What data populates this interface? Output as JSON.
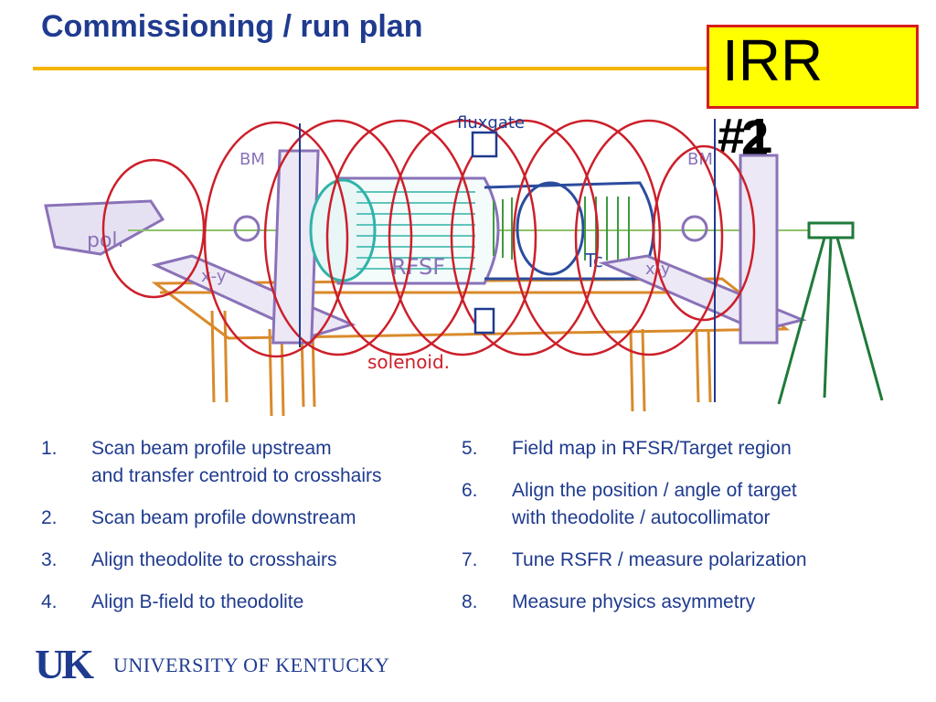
{
  "slide": {
    "title": "Commissioning / run plan",
    "stamp": {
      "label": "IRR",
      "number_a": "#1",
      "number_b": "2"
    }
  },
  "sketch": {
    "labels": {
      "fluxgate": "fluxgate",
      "pol": "pol.",
      "rfsf": "RFSF",
      "solenoid": "solenoid.",
      "bm_left": "BM",
      "bm_right": "BM",
      "xy_left": "x-y",
      "xy_right": "x-y",
      "tc": "Tc"
    },
    "colors": {
      "coil": "#cc1f2a",
      "frame": "#8a72b8",
      "table": "#d98a2b",
      "beam": "#8fc36a",
      "rfsf": "#2fb3a8",
      "target": "#3f9a3f",
      "tripod": "#1f7a3a",
      "flux": "#1f3b8f"
    }
  },
  "steps": {
    "left": [
      {
        "num": "1.",
        "line1": "Scan beam profile upstream",
        "line2": "and transfer centroid to crosshairs"
      },
      {
        "num": "2.",
        "line1": "Scan beam profile downstream",
        "line2": ""
      },
      {
        "num": "3.",
        "line1": "Align theodolite to crosshairs",
        "line2": ""
      },
      {
        "num": "4.",
        "line1": "Align B-field to theodolite",
        "line2": ""
      }
    ],
    "right": [
      {
        "num": "5.",
        "line1": "Field map in RFSR/Target region",
        "line2": ""
      },
      {
        "num": "6.",
        "line1": "Align the position / angle of target",
        "line2": "with theodolite / autocollimator"
      },
      {
        "num": "7.",
        "line1": "Tune RSFR / measure polarization",
        "line2": ""
      },
      {
        "num": "8.",
        "line1": "Measure physics asymmetry",
        "line2": ""
      }
    ]
  },
  "footer": {
    "logo_mark": "UK",
    "university": "UNIVERSITY OF KENTUCKY"
  }
}
